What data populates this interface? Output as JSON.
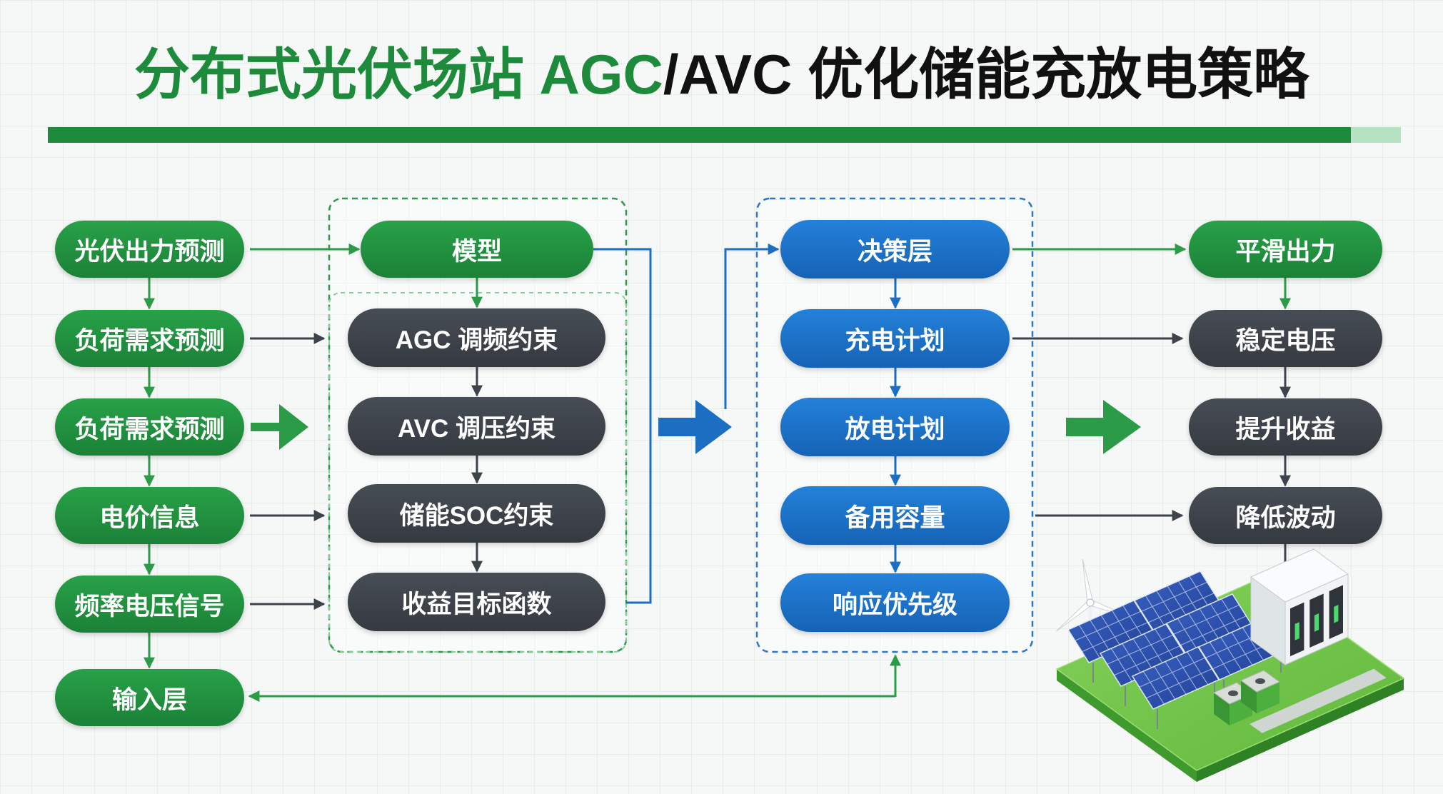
{
  "title": {
    "green_part": "分布式光伏场站 AGC",
    "dark_part": "/AVC 优化储能充放电策略"
  },
  "colors": {
    "green": "#1e8b3c",
    "green_arrow": "#2b9b48",
    "dark": "#3d434b",
    "blue": "#1b6ec2",
    "title_green": "#1e8b3c",
    "title_dark": "#111111",
    "bar_light": "#b5e2c0"
  },
  "inputs": [
    "光伏出力预测",
    "负荷需求预测",
    "负荷需求预测",
    "电价信息",
    "频率电压信号",
    "输入层"
  ],
  "model": {
    "header": "模型",
    "constraints": [
      "AGC 调频约束",
      "AVC 调压约束",
      "储能SOC约束",
      "收益目标函数"
    ]
  },
  "decision": [
    "决策层",
    "充电计划",
    "放电计划",
    "备用容量",
    "响应优先级"
  ],
  "outputs": [
    "平滑出力",
    "稳定电压",
    "提升收益",
    "降低波动"
  ],
  "icons": {
    "illustration": "solar-storage-station-illustration",
    "turbine": "wind-turbine-icon",
    "panels": "solar-panel-icon",
    "storage": "battery-storage-icon"
  }
}
